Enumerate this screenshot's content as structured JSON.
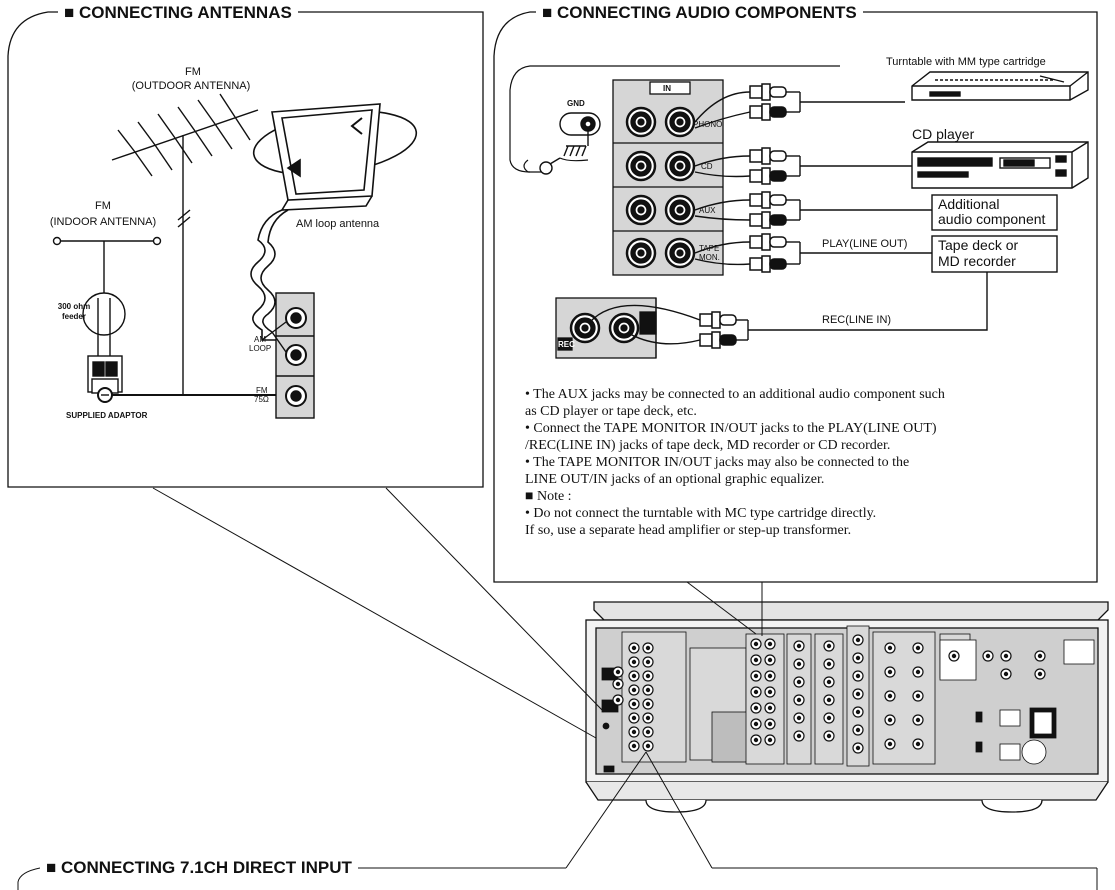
{
  "sections": {
    "antennas_title": "■ CONNECTING ANTENNAS",
    "audio_title": "■ CONNECTING AUDIO COMPONENTS",
    "direct_title": "■ CONNECTING 7.1CH DIRECT INPUT"
  },
  "antenna": {
    "fm_outdoor_1": "FM",
    "fm_outdoor_2": "(OUTDOOR ANTENNA)",
    "fm_indoor_1": "FM",
    "fm_indoor_2": "(INDOOR ANTENNA)",
    "am_loop": "AM loop antenna",
    "feeder_1": "300 ohm",
    "feeder_2": "feeder",
    "adaptor": "SUPPLIED  ADAPTOR",
    "am_jack_1": "AM",
    "am_jack_2": "LOOP",
    "fm_jack_1": "FM",
    "fm_jack_2": "75Ω"
  },
  "audio": {
    "in_label": "IN",
    "gnd": "GND",
    "phono": "PHONO",
    "cd": "CD",
    "aux": "AUX",
    "tape_1": "TAPE",
    "tape_2": "MON.",
    "rec_tag": "REC",
    "turntable": "Turntable with MM type cartridge",
    "cd_player": "CD player",
    "additional_1": "Additional",
    "additional_2": "audio component",
    "play": "PLAY(LINE OUT)",
    "tape_deck_1": "Tape deck or",
    "tape_deck_2": "MD recorder",
    "rec_line": "REC(LINE IN)"
  },
  "notes": [
    "• The AUX jacks may be connected to an additional audio component such",
    "   as CD player or tape deck, etc.",
    "• Connect the TAPE  MONITOR IN/OUT jacks to the PLAY(LINE OUT)",
    "   /REC(LINE IN) jacks of tape deck, MD recorder or CD recorder.",
    "• The TAPE  MONITOR  IN/OUT jacks may also be connected to the",
    "   LINE OUT/IN jacks of an optional graphic equalizer.",
    "■ Note :",
    "• Do not connect the turntable with MC type cartridge directly.",
    "   If so, use a separate head amplifier or step-up transformer."
  ],
  "colors": {
    "ink": "#111111",
    "jack_gray": "#d9d9d9",
    "panel_gray": "#cfcfcf"
  }
}
